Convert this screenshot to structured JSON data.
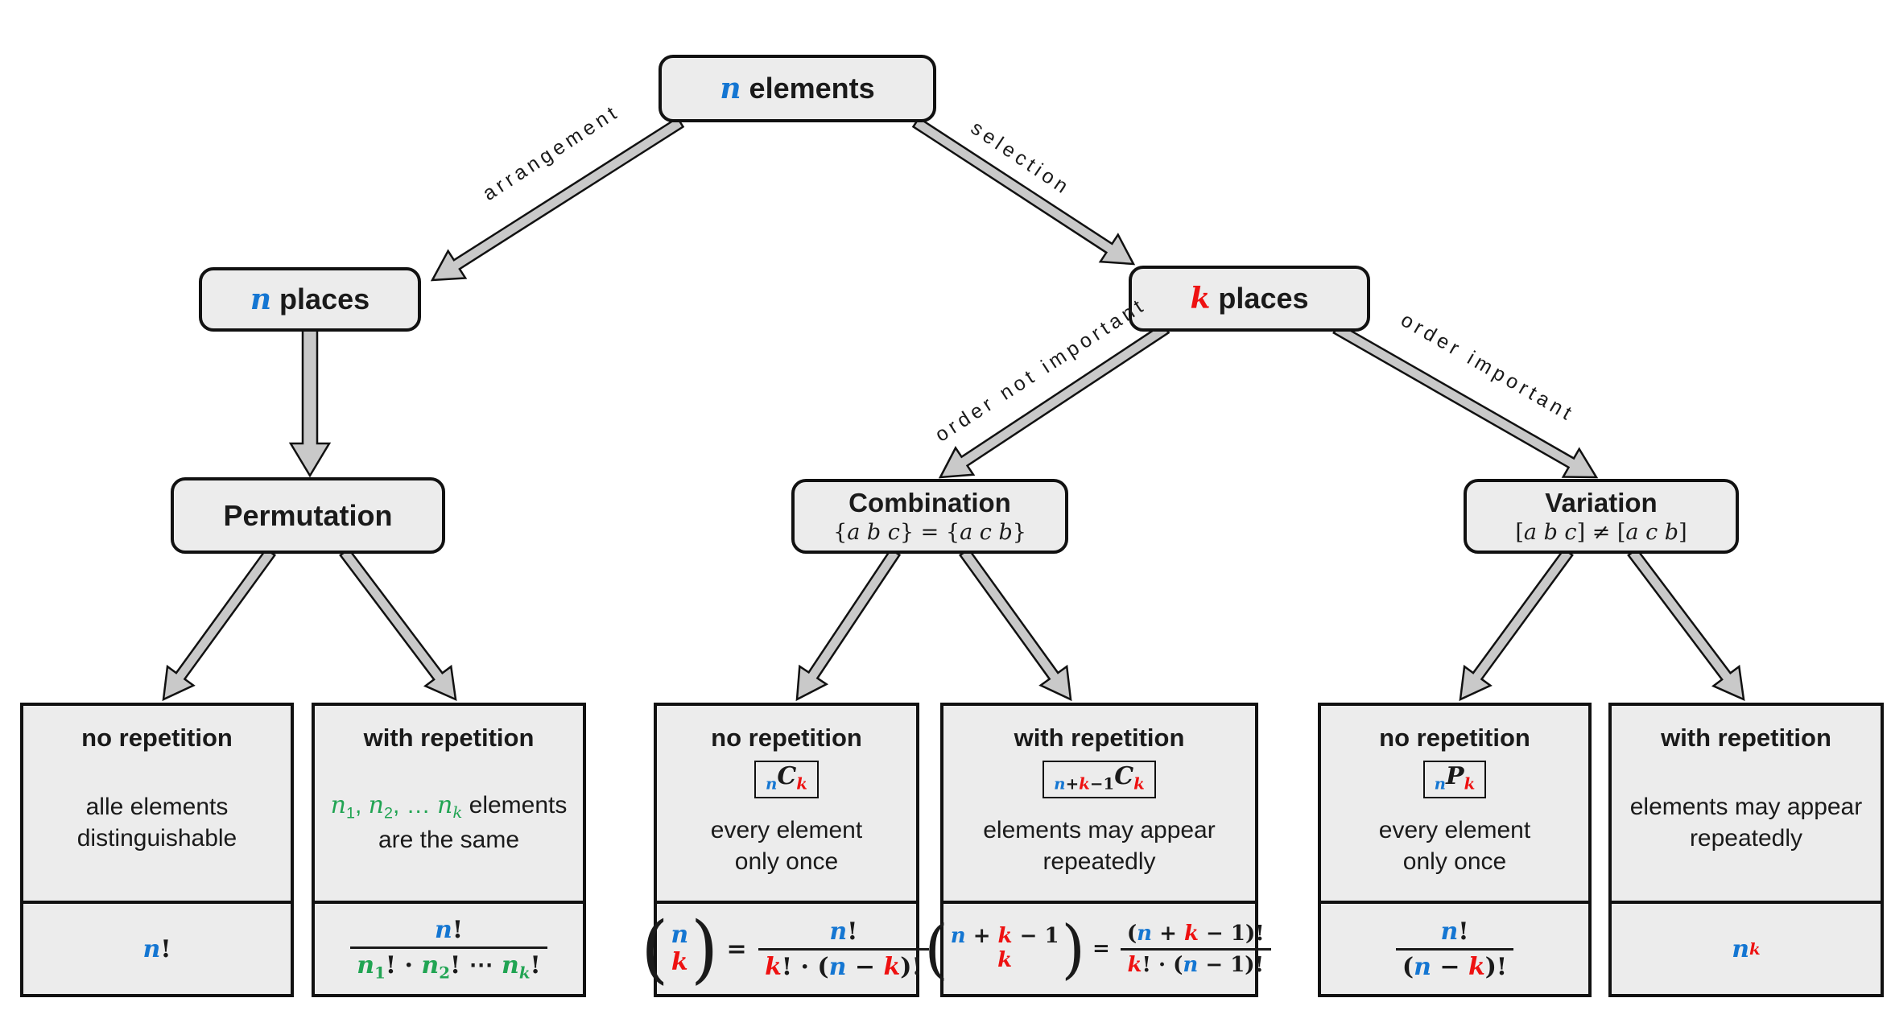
{
  "colors": {
    "blue": "#1476d2",
    "red": "#ee1111",
    "green": "#21a453",
    "black": "#1a1a1a",
    "node_fill": "#ececec",
    "arrow_fill": "#c9c9c9",
    "outline": "#111111"
  },
  "nodes": {
    "n_elements": {
      "title": [
        {
          "x": "n",
          "c": "blue",
          "m": true
        },
        {
          "x": " elements"
        }
      ]
    },
    "n_places": {
      "title": [
        {
          "x": "n",
          "c": "blue",
          "m": true
        },
        {
          "x": " places"
        }
      ]
    },
    "k_places": {
      "title": [
        {
          "x": "k",
          "c": "red",
          "m": true
        },
        {
          "x": " places"
        }
      ]
    },
    "permutation": {
      "title": [
        {
          "x": "Permutation"
        }
      ]
    },
    "combination": {
      "title": [
        {
          "x": "Combination"
        }
      ],
      "subtitle": [
        {
          "x": "{"
        },
        {
          "x": "a b c",
          "m": true
        },
        {
          "x": "} = {"
        },
        {
          "x": "a c b",
          "m": true
        },
        {
          "x": "}"
        }
      ]
    },
    "variation": {
      "title": [
        {
          "x": "Variation"
        }
      ],
      "subtitle": [
        {
          "x": "["
        },
        {
          "x": "a b c",
          "m": true
        },
        {
          "x": "] ≠ ["
        },
        {
          "x": "a c b",
          "m": true
        },
        {
          "x": "]"
        }
      ]
    }
  },
  "edge_labels": {
    "arrangement": "arrangement",
    "selection": "selection",
    "order_not_important": "order not important",
    "order_important": "order important"
  },
  "leaf_boxes": [
    {
      "header": "no repetition",
      "badge": null,
      "description": [
        [
          {
            "x": "alle elements"
          }
        ],
        [
          {
            "x": "distinguishable"
          }
        ]
      ],
      "formula": [
        {
          "x": "n",
          "c": "blue",
          "m": true
        },
        {
          "x": "!"
        }
      ]
    },
    {
      "header": "with repetition",
      "badge": null,
      "description": [
        [
          {
            "x": "n",
            "c": "green",
            "m": true
          },
          {
            "sub": [
              {
                "x": "1",
                "c": "green"
              }
            ]
          },
          {
            "x": ", ",
            "c": "green"
          },
          {
            "x": "n",
            "c": "green",
            "m": true
          },
          {
            "sub": [
              {
                "x": "2",
                "c": "green"
              }
            ]
          },
          {
            "x": ", … ",
            "c": "green"
          },
          {
            "x": "n",
            "c": "green",
            "m": true
          },
          {
            "sub": [
              {
                "x": "k",
                "c": "green",
                "m": true
              }
            ]
          },
          {
            "x": " elements"
          }
        ],
        [
          {
            "x": "are the same"
          }
        ]
      ],
      "formula": [
        {
          "frac": {
            "num": [
              {
                "x": "n",
                "c": "blue",
                "m": true
              },
              {
                "x": "!"
              }
            ],
            "den": [
              {
                "x": "n",
                "c": "green",
                "m": true
              },
              {
                "sub": [
                  {
                    "x": "1",
                    "c": "green"
                  }
                ]
              },
              {
                "x": "! · "
              },
              {
                "x": "n",
                "c": "green",
                "m": true
              },
              {
                "sub": [
                  {
                    "x": "2",
                    "c": "green"
                  }
                ]
              },
              {
                "x": "! ⋯ "
              },
              {
                "x": "n",
                "c": "green",
                "m": true
              },
              {
                "sub": [
                  {
                    "x": "k",
                    "c": "green",
                    "m": true
                  }
                ]
              },
              {
                "x": "!"
              }
            ]
          }
        }
      ]
    },
    {
      "header": "no repetition",
      "badge": [
        {
          "sub": [
            {
              "x": "n",
              "c": "blue",
              "m": true
            }
          ]
        },
        {
          "x": "C",
          "m": true
        },
        {
          "sub": [
            {
              "x": "k",
              "c": "red",
              "m": true
            }
          ]
        }
      ],
      "description": [
        [
          {
            "x": "every element"
          }
        ],
        [
          {
            "x": "only once"
          }
        ]
      ],
      "formula": [
        {
          "binom": {
            "top": [
              {
                "x": "n",
                "c": "blue",
                "m": true
              }
            ],
            "bot": [
              {
                "x": "k",
                "c": "red",
                "m": true
              }
            ]
          }
        },
        {
          "x": " = "
        },
        {
          "frac": {
            "num": [
              {
                "x": "n",
                "c": "blue",
                "m": true
              },
              {
                "x": "!"
              }
            ],
            "den": [
              {
                "x": "k",
                "c": "red",
                "m": true
              },
              {
                "x": "! · ("
              },
              {
                "x": "n",
                "c": "blue",
                "m": true
              },
              {
                "x": " − "
              },
              {
                "x": "k",
                "c": "red",
                "m": true
              },
              {
                "x": ")!"
              }
            ]
          }
        }
      ]
    },
    {
      "header": "with repetition",
      "badge": [
        {
          "sub": [
            {
              "x": "n",
              "c": "blue",
              "m": true
            },
            {
              "x": "+"
            },
            {
              "x": "k",
              "c": "red",
              "m": true
            },
            {
              "x": "−1"
            }
          ]
        },
        {
          "x": "C",
          "m": true
        },
        {
          "sub": [
            {
              "x": "k",
              "c": "red",
              "m": true
            }
          ]
        }
      ],
      "description": [
        [
          {
            "x": "elements may appear"
          }
        ],
        [
          {
            "x": "repeatedly"
          }
        ]
      ],
      "formula": [
        {
          "binom": {
            "top": [
              {
                "x": "n",
                "c": "blue",
                "m": true
              },
              {
                "x": " + "
              },
              {
                "x": "k",
                "c": "red",
                "m": true
              },
              {
                "x": " − 1"
              }
            ],
            "bot": [
              {
                "x": "k",
                "c": "red",
                "m": true
              }
            ]
          }
        },
        {
          "x": " = "
        },
        {
          "frac": {
            "num": [
              {
                "x": "("
              },
              {
                "x": "n",
                "c": "blue",
                "m": true
              },
              {
                "x": " + "
              },
              {
                "x": "k",
                "c": "red",
                "m": true
              },
              {
                "x": " − 1)!"
              }
            ],
            "den": [
              {
                "x": "k",
                "c": "red",
                "m": true
              },
              {
                "x": "! · ("
              },
              {
                "x": "n",
                "c": "blue",
                "m": true
              },
              {
                "x": " − 1)!"
              }
            ]
          }
        }
      ]
    },
    {
      "header": "no repetition",
      "badge": [
        {
          "sub": [
            {
              "x": "n",
              "c": "blue",
              "m": true
            }
          ]
        },
        {
          "x": "P",
          "m": true
        },
        {
          "sub": [
            {
              "x": "k",
              "c": "red",
              "m": true
            }
          ]
        }
      ],
      "description": [
        [
          {
            "x": "every element"
          }
        ],
        [
          {
            "x": "only once"
          }
        ]
      ],
      "formula": [
        {
          "frac": {
            "num": [
              {
                "x": "n",
                "c": "blue",
                "m": true
              },
              {
                "x": "!"
              }
            ],
            "den": [
              {
                "x": "("
              },
              {
                "x": "n",
                "c": "blue",
                "m": true
              },
              {
                "x": " − "
              },
              {
                "x": "k",
                "c": "red",
                "m": true
              },
              {
                "x": ")!"
              }
            ]
          }
        }
      ]
    },
    {
      "header": "with repetition",
      "badge": null,
      "description": [
        [
          {
            "x": "elements may appear"
          }
        ],
        [
          {
            "x": "repeatedly"
          }
        ]
      ],
      "formula": [
        {
          "x": "n",
          "c": "blue",
          "m": true
        },
        {
          "sup": [
            {
              "x": "k",
              "c": "red",
              "m": true
            }
          ]
        }
      ]
    }
  ]
}
